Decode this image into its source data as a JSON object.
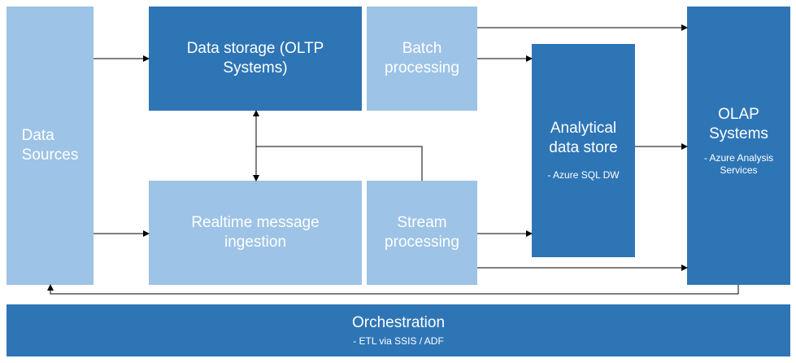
{
  "nodes": {
    "data_sources": {
      "title": "Data\nSources"
    },
    "data_storage": {
      "title": "Data storage (OLTP\nSystems)"
    },
    "batch_processing": {
      "title": "Batch\nprocessing"
    },
    "realtime_ingestion": {
      "title": "Realtime message\ningestion"
    },
    "stream_processing": {
      "title": "Stream\nprocessing"
    },
    "analytical_store": {
      "title": "Analytical\ndata store",
      "subtitle": "- Azure SQL DW"
    },
    "olap_systems": {
      "title": "OLAP\nSystems",
      "subtitle": "- Azure Analysis\nServices"
    },
    "orchestration": {
      "title": "Orchestration",
      "subtitle": "- ETL via SSIS / ADF"
    }
  },
  "colors": {
    "light": "#9dc3e6",
    "dark": "#2e75b6",
    "arrow": "#000000"
  }
}
